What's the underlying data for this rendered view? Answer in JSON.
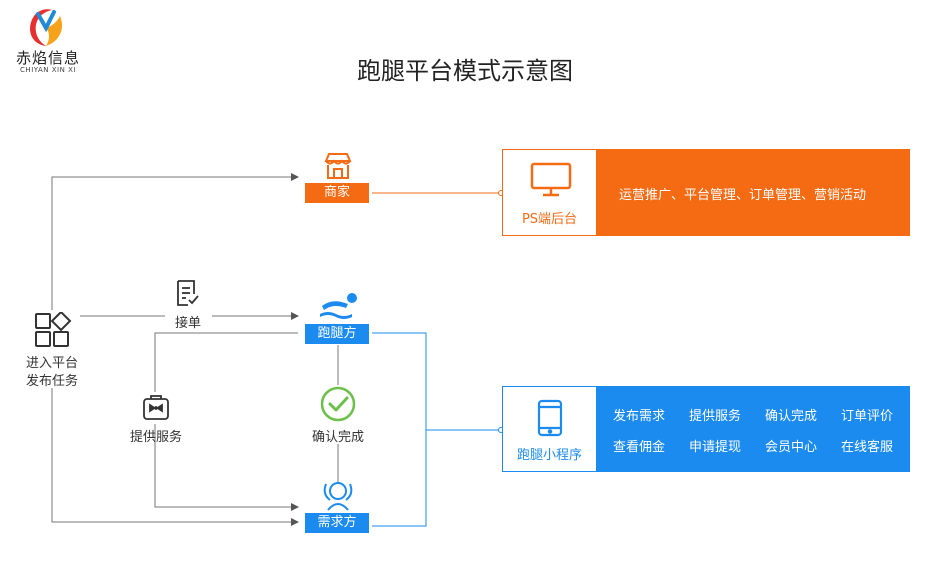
{
  "brand": {
    "name": "赤焰信息",
    "sub": "CHIYAN XIN XI"
  },
  "title": "跑腿平台模式示意图",
  "entry": {
    "line1": "进入平台",
    "line2": "发布任务"
  },
  "actions": {
    "take_order": "接单",
    "provide_service": "提供服务",
    "confirm_done": "确认完成"
  },
  "roles": {
    "merchant": "商家",
    "runner": "跑腿方",
    "demand": "需求方"
  },
  "ps_panel": {
    "caption": "PS端后台",
    "features": "运营推广、平台管理、订单管理、营销活动"
  },
  "mini_panel": {
    "caption": "跑腿小程序",
    "features": [
      "发布需求",
      "提供服务",
      "确认完成",
      "订单评价",
      "查看佣金",
      "申请提现",
      "会员中心",
      "在线客服"
    ]
  },
  "colors": {
    "orange": "#f56b14",
    "blue": "#1c8bf0",
    "line": "#777777",
    "green": "#6cc04a"
  }
}
